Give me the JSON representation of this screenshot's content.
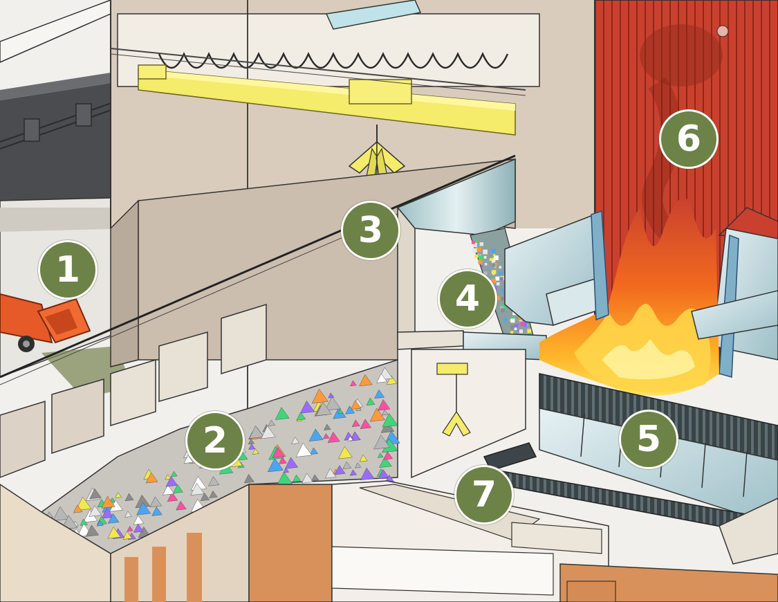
{
  "markers": [
    {
      "id": "1",
      "label": "1"
    },
    {
      "id": "2",
      "label": "2"
    },
    {
      "id": "3",
      "label": "3"
    },
    {
      "id": "4",
      "label": "4"
    },
    {
      "id": "5",
      "label": "5"
    },
    {
      "id": "6",
      "label": "6"
    },
    {
      "id": "7",
      "label": "7"
    }
  ],
  "colors": {
    "marker_fill": "#6d8247",
    "marker_text": "#ffffff",
    "wall": "#d9ccbd",
    "wall_shadow": "#b8ab9b",
    "boiler_red": "#c9412e",
    "flame_orange": "#f28a1e",
    "flame_yellow": "#ffd54a",
    "crane_yellow": "#f4ec6a",
    "steel": "#bcd6dc",
    "truck": "#e55a28",
    "foundation": "#d8915a"
  }
}
